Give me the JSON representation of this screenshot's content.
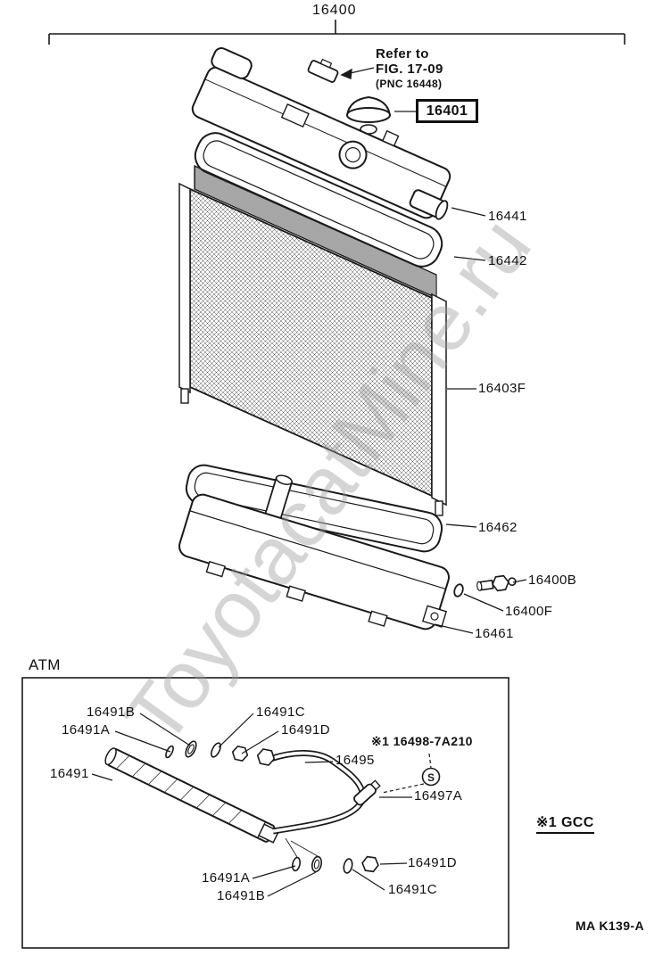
{
  "watermark": "ToyotacatMine.ru",
  "header": {
    "assembly_number": "16400",
    "refer_line1": "Refer to",
    "refer_line2": "FIG. 17-09",
    "refer_line3": "(PNC 16448)"
  },
  "radiator": {
    "cap": "16401",
    "upper_tank": "16441",
    "upper_gasket": "16442",
    "core": "16403F",
    "lower_gasket": "16462",
    "drain_plug": "16400B",
    "oring": "16400F",
    "lower_tank": "16461"
  },
  "atm": {
    "section_title": "ATM",
    "top_washer_b": "16491B",
    "top_washer_a": "16491A",
    "top_washer_c": "16491C",
    "top_nut_d": "16491D",
    "cooler_tube": "16491",
    "oil_pipe": "16495",
    "union_note": "※1 16498-7A210",
    "s_marker": "S",
    "clamp": "16497A",
    "bottom_washer_a": "16491A",
    "bottom_washer_b": "16491B",
    "bottom_nut_d": "16491D",
    "bottom_washer_c": "16491C"
  },
  "footer": {
    "market_note": "※1 GCC",
    "drawing_code": "MA K139-A"
  }
}
